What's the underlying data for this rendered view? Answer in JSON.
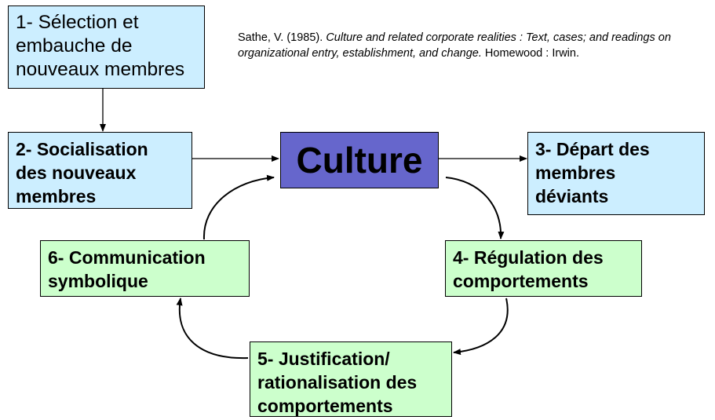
{
  "reference": {
    "author": "Sathe, V. (1985).",
    "title": "Culture and related corporate realities : Text, cases; and readings on organizational entry, establishment, and change.",
    "publisher": "Homewood : Irwin."
  },
  "center": {
    "label": "Culture"
  },
  "boxes": {
    "b1": {
      "lines": [
        "1- Sélection et",
        "embauche de",
        "nouveaux membres"
      ]
    },
    "b2": {
      "lines": [
        "2- Socialisation",
        "des nouveaux",
        "membres"
      ]
    },
    "b3": {
      "lines": [
        "3- Départ des",
        "membres",
        "déviants"
      ]
    },
    "b4": {
      "lines": [
        "4- Régulation des",
        "comportements"
      ]
    },
    "b5": {
      "lines": [
        "5- Justification/",
        "rationalisation des",
        "comportements"
      ]
    },
    "b6": {
      "lines": [
        "6- Communication",
        "symbolique"
      ]
    }
  },
  "colors": {
    "blue_box": "#cceeff",
    "green_box": "#ccffcc",
    "culture_box": "#6666cc"
  }
}
